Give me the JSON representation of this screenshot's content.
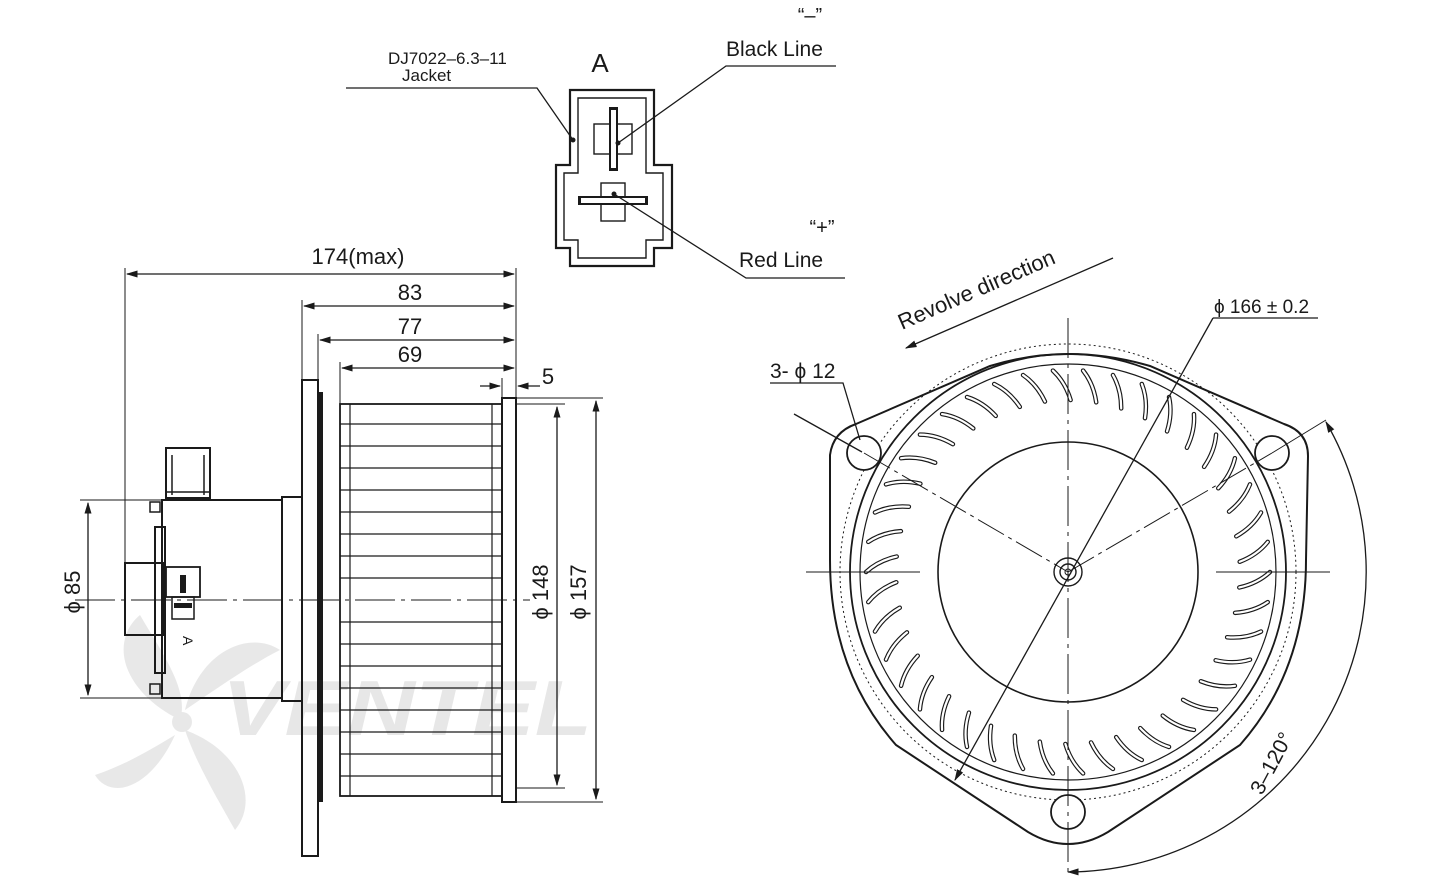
{
  "connector": {
    "view_label": "A",
    "part_number": "DJ7022–6.3–11",
    "part_name": "Jacket",
    "negative_mark": "“–”",
    "negative_line": "Black Line",
    "positive_mark": "“+”",
    "positive_line": "Red Line"
  },
  "side_view": {
    "overall_length": "174(max)",
    "dim_83": "83",
    "dim_77": "77",
    "dim_69": "69",
    "dim_5": "5",
    "dia_85": "ϕ 85",
    "dia_148": "ϕ 148",
    "dia_157": "ϕ 157",
    "connector_tag": "A"
  },
  "front_view": {
    "rotation_label": "Revolve direction",
    "holes_label": "3- ϕ 12",
    "pcd_label": "ϕ 166 ± 0.2",
    "angle_label": "3–120°"
  },
  "watermark": {
    "text": "VENTEL"
  },
  "colors": {
    "line": "#1a1a1a",
    "watermark_grey": "#c8c8c8",
    "watermark_blue": "#9cc4e4"
  }
}
